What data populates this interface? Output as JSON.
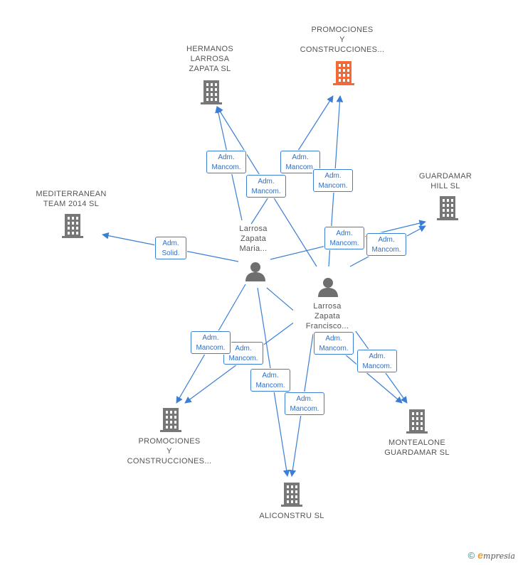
{
  "colors": {
    "edge": "#3a7fd5",
    "company_icon": "#777777",
    "company_icon_highlight": "#f26a36",
    "person_icon": "#6f6f6f",
    "label": "#555555"
  },
  "companies": {
    "hermanos": {
      "label": "HERMANOS\nLARROSA\nZAPATA SL",
      "icon": "building-icon"
    },
    "promociones_top": {
      "label": "PROMOCIONES\nY\nCONSTRUCCIONES...",
      "icon": "building-icon",
      "highlight": true
    },
    "guardamar": {
      "label": "GUARDAMAR\nHILL SL",
      "icon": "building-icon"
    },
    "mediterranean": {
      "label": "MEDITERRANEAN\nTEAM 2014  SL",
      "icon": "building-icon"
    },
    "promociones_bottom": {
      "label": "PROMOCIONES\nY\nCONSTRUCCIONES...",
      "icon": "building-icon"
    },
    "montealone": {
      "label": "MONTEALONE\nGUARDAMAR SL",
      "icon": "building-icon"
    },
    "aliconstru": {
      "label": "ALICONSTRU SL",
      "icon": "building-icon"
    }
  },
  "persons": {
    "maria": {
      "label": "Larrosa\nZapata\nMaria...",
      "icon": "person-icon"
    },
    "francisco": {
      "label": "Larrosa\nZapata\nFrancisco...",
      "icon": "person-icon"
    }
  },
  "badges": {
    "b1": {
      "line1": "Adm.",
      "line2": "Mancom."
    },
    "b2": {
      "line1": "Adm.",
      "line2": "Mancom."
    },
    "b3": {
      "line1": "Adm.",
      "line2": "Mancom."
    },
    "b4": {
      "line1": "Adm.",
      "line2": "Mancom."
    },
    "b5": {
      "line1": "Adm.",
      "line2": "Solid."
    },
    "b6": {
      "line1": "Adm.",
      "line2": "Mancom."
    },
    "b7": {
      "line1": "Adm.",
      "line2": "Mancom."
    },
    "b8": {
      "line1": "Adm.",
      "line2": "Mancom."
    },
    "b9": {
      "line1": "Adm.",
      "line2": "Mancom."
    },
    "b10": {
      "line1": "Adm.",
      "line2": "Mancom."
    },
    "b11": {
      "line1": "Adm.",
      "line2": "Mancom."
    },
    "b12": {
      "line1": "Adm.",
      "line2": "Mancom."
    },
    "b13": {
      "line1": "Adm.",
      "line2": "Mancom."
    }
  },
  "footer": {
    "copyright": "©",
    "brand_initial": "e",
    "brand_rest": "mpresia"
  }
}
